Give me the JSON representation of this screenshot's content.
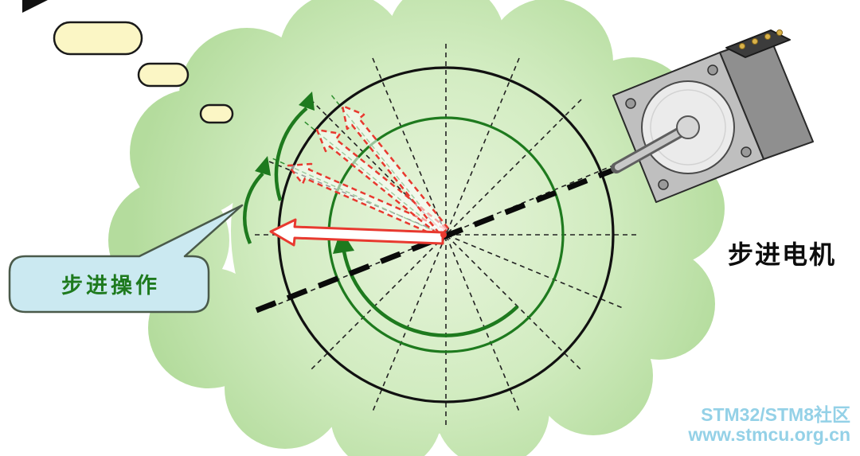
{
  "labels": {
    "motor": "步进电机",
    "speech_bubble": "步进操作"
  },
  "watermark": {
    "line1": "STM32/STM8社区",
    "line2": "www.stmcu.org.cn"
  },
  "colors": {
    "cloud_green_light": "#e7f4db",
    "cloud_green": "#d2ecc1",
    "cloud_green_dark": "#b4dc9d",
    "accent_green": "#1e7a1e",
    "arrow_red": "#e8392f",
    "bubble_fill": "#cbe9f1",
    "bubble_border": "#4a5a4a",
    "thought_fill": "#fbf6c5",
    "watermark_blue": "#8fcfe6"
  }
}
